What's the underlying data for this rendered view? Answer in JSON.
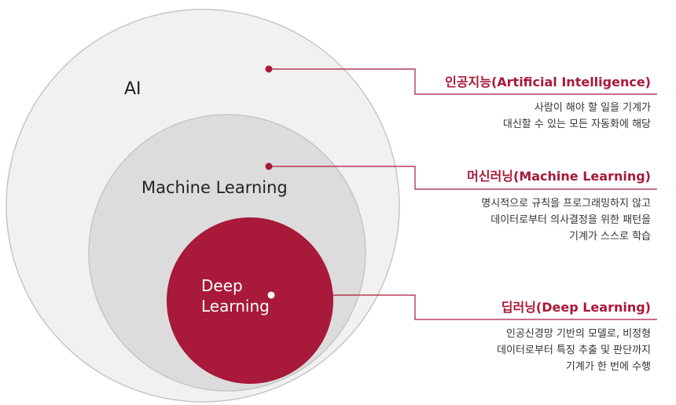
{
  "colors": {
    "ai_fill": "#f1f1f1",
    "ml_fill": "#dcdcdc",
    "dl_fill": "#a8193a",
    "circle_stroke": "#c6c6c6",
    "accent": "#a8193a",
    "dot_light": "#a8193a",
    "dot_dark": "#ffffff"
  },
  "circles": {
    "ai": {
      "label": "AI"
    },
    "ml": {
      "label": "Machine Learning"
    },
    "dl": {
      "label_line1": "Deep",
      "label_line2": "Learning"
    }
  },
  "definitions": [
    {
      "title": "인공지능(Artificial Intelligence)",
      "lines": [
        "사람이 해야 할 일을 기계가",
        "대신할 수 있는 모든 자동화에 해당"
      ]
    },
    {
      "title": "머신러닝(Machine Learning)",
      "lines": [
        "명시적으로 규칙을 프로그래밍하지 않고",
        "데이터로부터 의사결정을 위한 패턴을",
        "기계가 스스로 학습"
      ]
    },
    {
      "title": "딥러닝(Deep Learning)",
      "lines": [
        "인공신경망 기반의 모델로, 비정형",
        "데이터로부터 특징 추출 및 판단까지",
        "기계가 한 번에 수행"
      ]
    }
  ]
}
